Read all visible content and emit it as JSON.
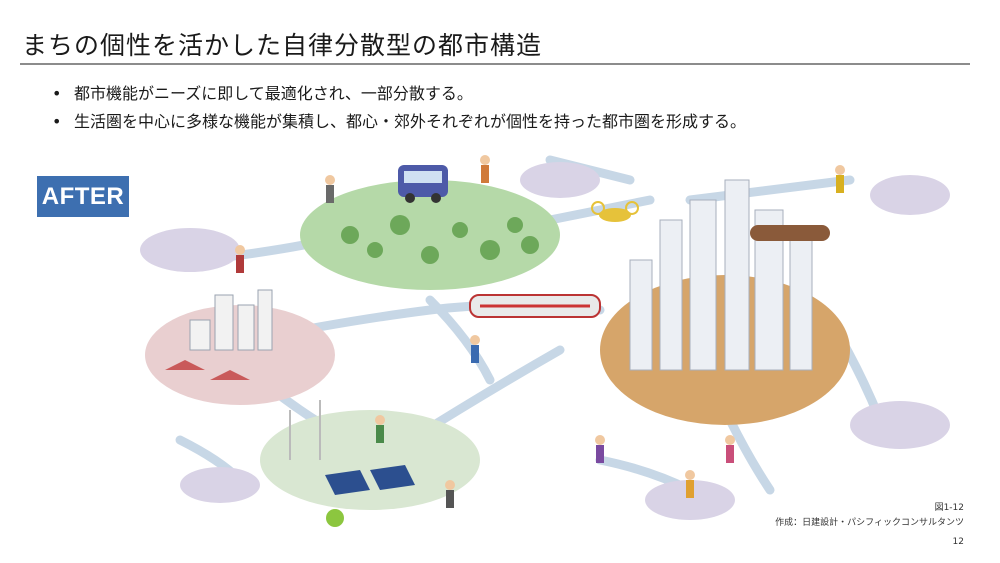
{
  "slide": {
    "title": "まちの個性を活かした自律分散型の都市構造",
    "bullets": [
      "都市機能がニーズに即して最適化され、一部分散する。",
      "生活圏を中心に多様な機能が集積し、都心・郊外それぞれが個性を持った都市圏を形成する。"
    ],
    "badge": "AFTER",
    "figure_no": "図1-12",
    "credit": "作成：日建設計・パシフィックコンサルタンツ",
    "page_number": "12"
  },
  "colors": {
    "badge": "#3d6fb0",
    "rule": "#8c8c8c",
    "green_hub": "#b5d9a8",
    "pink_hub": "#e9cfd0",
    "orange_hub": "#d6a56a",
    "lavender_hub": "#d9d3e6",
    "road": "#c7d7e6"
  }
}
